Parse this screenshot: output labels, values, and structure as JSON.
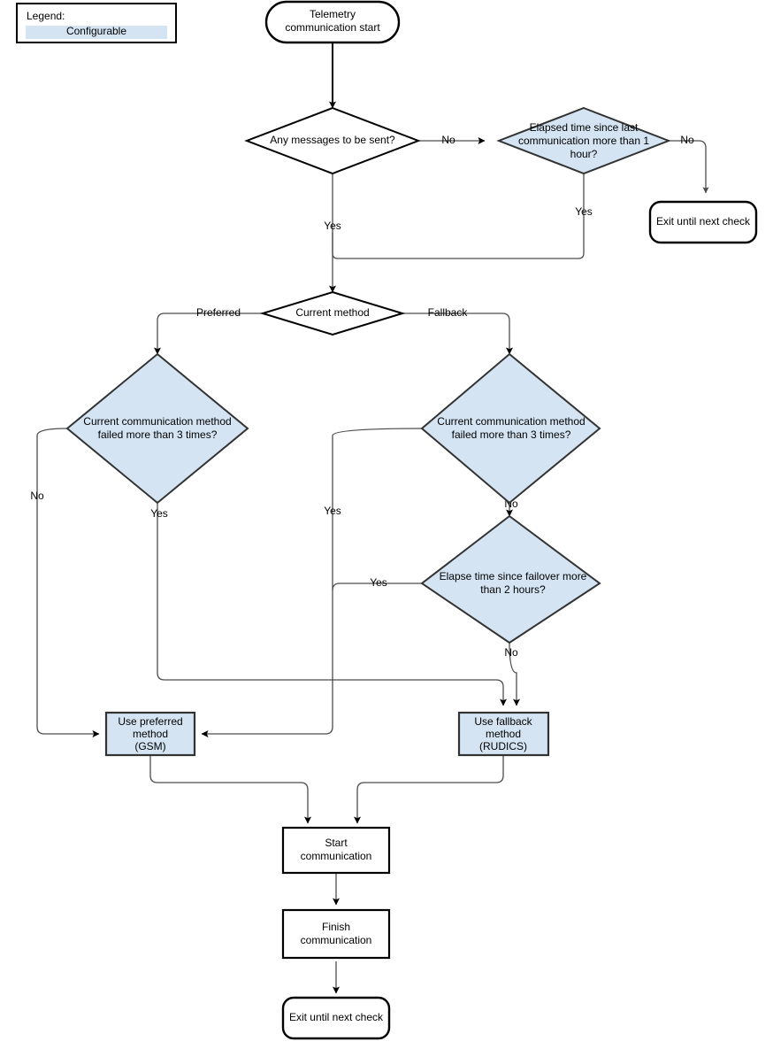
{
  "diagram": {
    "title": "Telemetry communication flowchart",
    "colors": {
      "configurable_fill": "#d4e4f3",
      "plain_fill": "#ffffff",
      "stroke": "#000000",
      "thin_stroke": "#4d4d4d"
    }
  },
  "legend": {
    "heading": "Legend:",
    "entry_label": "Configurable"
  },
  "nodes": {
    "start": {
      "label_line1": "Telemetry",
      "label_line2": "communication start"
    },
    "any_messages": {
      "label": "Any messages to be sent?"
    },
    "elapsed_last_comm": {
      "label_line1": "Elapsed time since last",
      "label_line2": "communication more than 1",
      "label_line3": "hour?"
    },
    "exit_check_top": {
      "label": "Exit until next check"
    },
    "current_method": {
      "label": "Current method"
    },
    "failed_left": {
      "label_line1": "Current communication method",
      "label_line2": "failed more than 3 times?"
    },
    "failed_right": {
      "label_line1": "Current communication method",
      "label_line2": "failed more than 3 times?"
    },
    "failover_time": {
      "label_line1": "Elapse time since failover more",
      "label_line2": "than 2 hours?"
    },
    "use_preferred": {
      "label_line1": "Use preferred",
      "label_line2": "method",
      "label_line3": "(GSM)"
    },
    "use_fallback": {
      "label_line1": "Use fallback",
      "label_line2": "method",
      "label_line3": "(RUDICS)"
    },
    "start_comm": {
      "label_line1": "Start",
      "label_line2": "communication"
    },
    "finish_comm": {
      "label_line1": "Finish",
      "label_line2": "communication"
    },
    "exit_check_bottom": {
      "label": "Exit until next check"
    }
  },
  "edge_labels": {
    "any_messages_no": "No",
    "any_messages_yes": "Yes",
    "elapsed_no": "No",
    "elapsed_yes": "Yes",
    "current_method_preferred": "Preferred",
    "current_method_fallback": "Fallback",
    "failed_left_no": "No",
    "failed_left_yes": "Yes",
    "failed_right_yes": "Yes",
    "failed_right_no": "No",
    "failover_yes": "Yes",
    "failover_no": "No"
  }
}
